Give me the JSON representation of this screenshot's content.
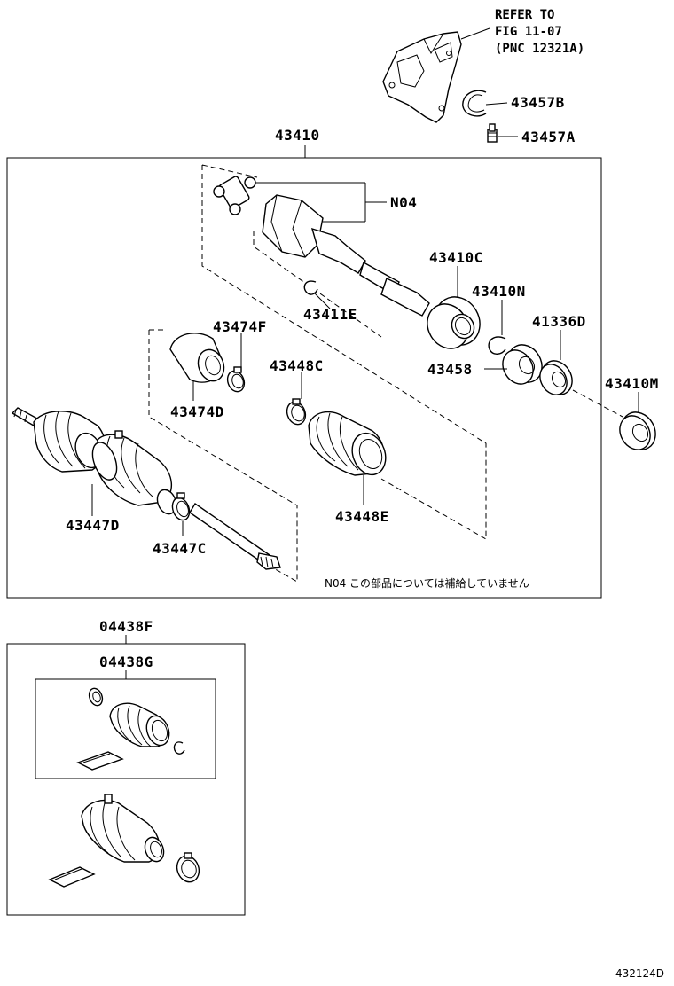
{
  "refer": {
    "line1": "REFER TO",
    "line2": "FIG 11-07",
    "line3": "(PNC 12321A)"
  },
  "labels": {
    "p43457B": "43457B",
    "p43457A": "43457A",
    "p43410": "43410",
    "N04": "N04",
    "p43410C": "43410C",
    "p43411E": "43411E",
    "p43410N": "43410N",
    "p43474F": "43474F",
    "p41336D": "41336D",
    "p43448C": "43448C",
    "p43458": "43458",
    "p43410M": "43410M",
    "p43474D": "43474D",
    "p43448E": "43448E",
    "p43447D": "43447D",
    "p43447C": "43447C",
    "p04438F": "04438F",
    "p04438G": "04438G"
  },
  "note": "N04 この部品については補給していません",
  "figure_id": "432124D"
}
